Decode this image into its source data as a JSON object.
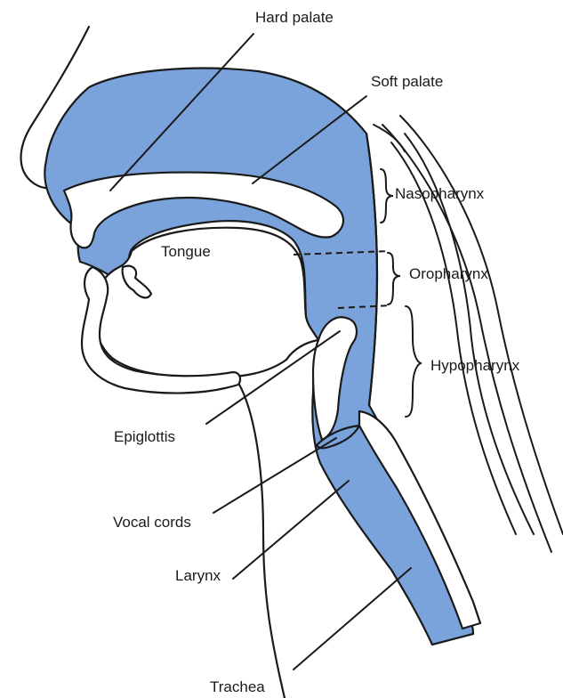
{
  "labels": {
    "hard_palate": "Hard palate",
    "soft_palate": "Soft palate",
    "nasopharynx": "Nasopharynx",
    "tongue": "Tongue",
    "oropharynx": "Oropharynx",
    "hypopharynx": "Hypopharynx",
    "epiglottis": "Epiglottis",
    "vocal_cords": "Vocal cords",
    "larynx": "Larynx",
    "trachea": "Trachea"
  },
  "colors": {
    "airway_fill": "#7aa3dc",
    "outline": "#1a1a1a",
    "background": "#ffffff"
  }
}
